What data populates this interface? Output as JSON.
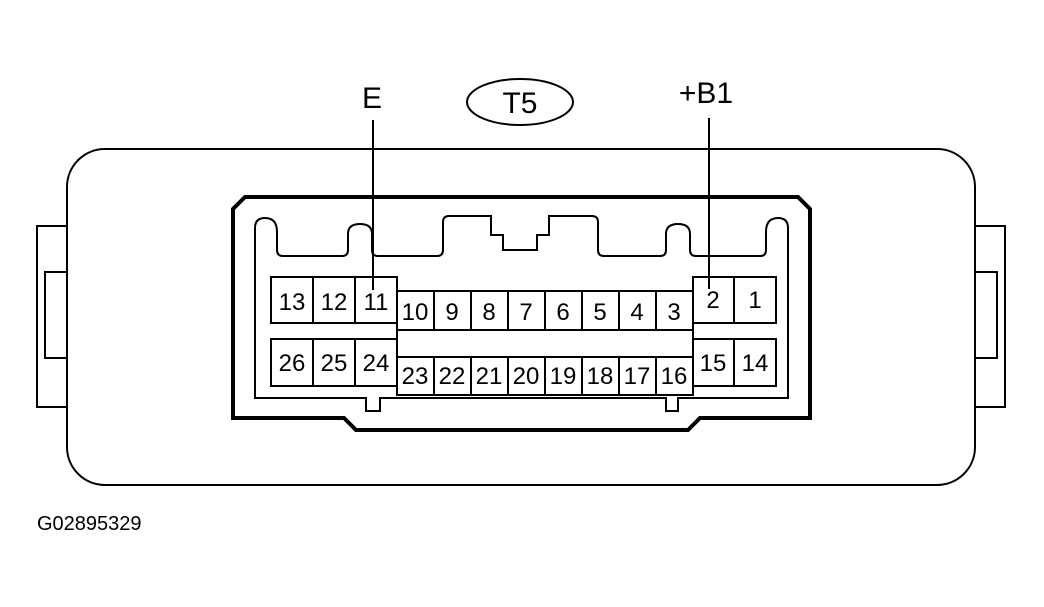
{
  "connector": {
    "name": "T5",
    "labels": {
      "left": "E",
      "right": "+B1"
    },
    "figure_code": "G02895329",
    "pins": {
      "upper_left": [
        "13",
        "12",
        "11"
      ],
      "upper_center": [
        "10",
        "9",
        "8",
        "7",
        "6",
        "5",
        "4",
        "3"
      ],
      "upper_right": [
        "2",
        "1"
      ],
      "lower_left": [
        "26",
        "25",
        "24"
      ],
      "lower_center": [
        "23",
        "22",
        "21",
        "20",
        "19",
        "18",
        "17",
        "16"
      ],
      "lower_right": [
        "15",
        "14"
      ]
    }
  }
}
